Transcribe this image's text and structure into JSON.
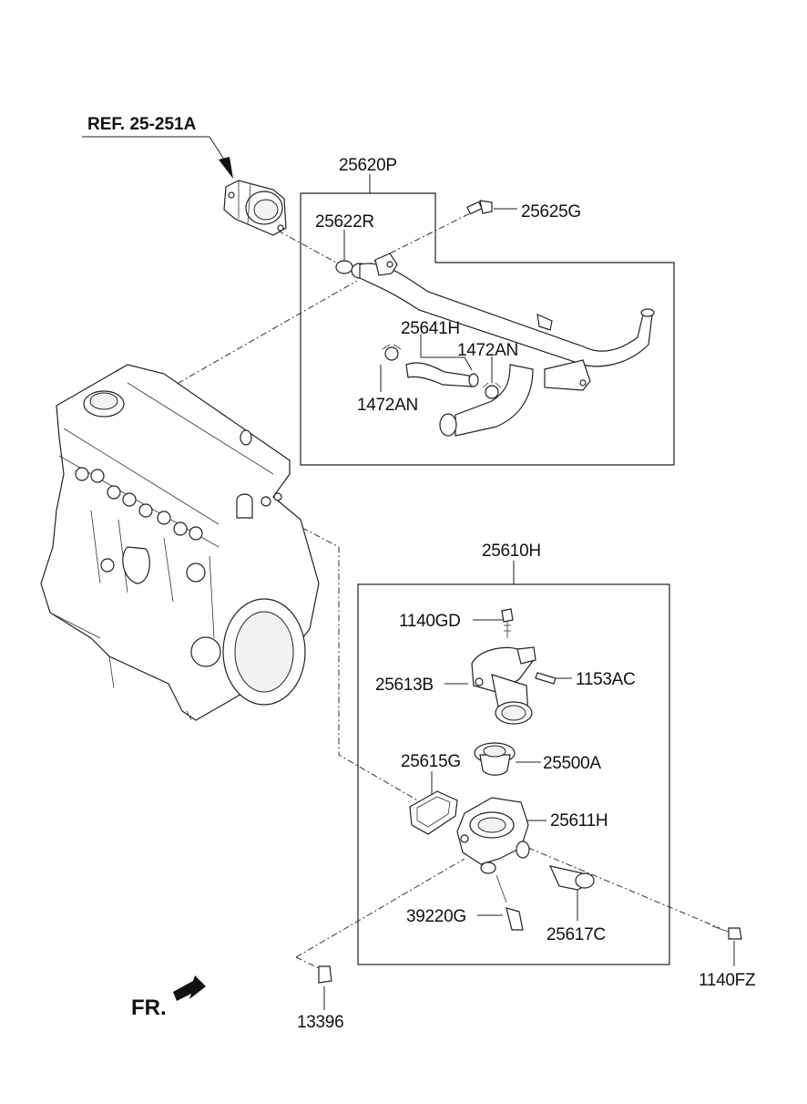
{
  "diagram": {
    "ref_label": "REF. 25-251A",
    "front_label": "FR.",
    "parts": {
      "p25620P": "25620P",
      "p25625G": "25625G",
      "p25622R": "25622R",
      "p25641H": "25641H",
      "p1472AN_right": "1472AN",
      "p1472AN_left": "1472AN",
      "p25610H": "25610H",
      "p1140GD": "1140GD",
      "p25613B": "25613B",
      "p1153AC": "1153AC",
      "p25615G": "25615G",
      "p25500A": "25500A",
      "p25611H": "25611H",
      "p39220G": "39220G",
      "p25617C": "25617C",
      "p1140FZ": "1140FZ",
      "p13396": "13396"
    }
  }
}
